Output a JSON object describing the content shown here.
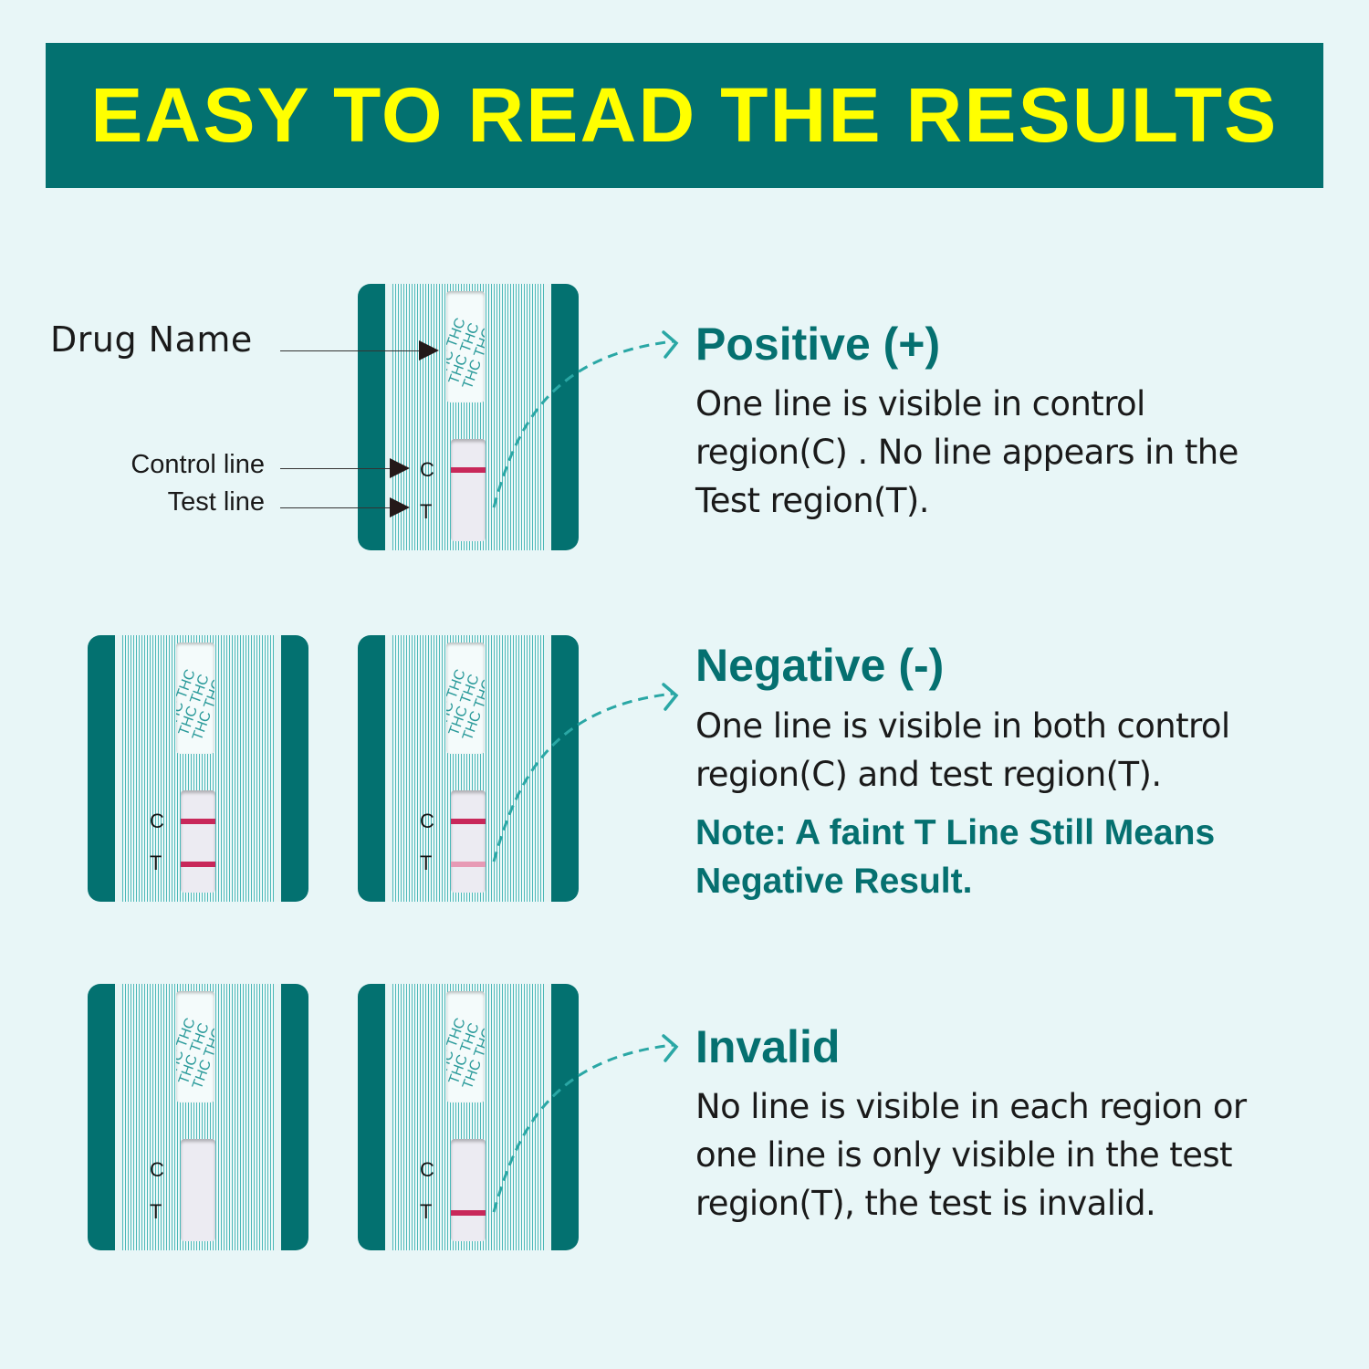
{
  "banner": {
    "title": "EASY TO READ THE RESULTS",
    "bg_color": "#037170",
    "text_color": "#ffff00"
  },
  "diagram_labels": {
    "drug_name": "Drug Name",
    "control_line": "Control line",
    "test_line": "Test line"
  },
  "test_cards": [
    {
      "id": "positive-card",
      "drug": "THC",
      "c_label": "C",
      "t_label": "T",
      "c_line": "strong",
      "t_line": "none"
    },
    {
      "id": "negative-card-1",
      "drug": "THC",
      "c_label": "C",
      "t_label": "T",
      "c_line": "strong",
      "t_line": "strong"
    },
    {
      "id": "negative-card-2",
      "drug": "THC",
      "c_label": "C",
      "t_label": "T",
      "c_line": "strong",
      "t_line": "faint"
    },
    {
      "id": "invalid-card-1",
      "drug": "THC",
      "c_label": "C",
      "t_label": "T",
      "c_line": "none",
      "t_line": "none"
    },
    {
      "id": "invalid-card-2",
      "drug": "THC",
      "c_label": "C",
      "t_label": "T",
      "c_line": "none",
      "t_line": "strong"
    }
  ],
  "results": {
    "positive": {
      "title": "Positive (+)",
      "lines": [
        "One line is visible in control",
        "region(C) . No line appears in the",
        "Test region(T)."
      ]
    },
    "negative": {
      "title": "Negative (-)",
      "lines": [
        "One line is visible in both control",
        "region(C) and test region(T)."
      ],
      "note_lines": [
        "Note: A faint T Line Still Means",
        "Negative Result."
      ]
    },
    "invalid": {
      "title": "Invalid",
      "lines": [
        "No line is visible in each region or",
        "one line is only visible in the test",
        "region(T), the test is invalid."
      ]
    }
  },
  "colors": {
    "teal": "#037170",
    "heading_teal": "#057070",
    "line_strong": "#c8285a",
    "line_faint": "#e79ab5",
    "dashed_arrow": "#2aa7a5",
    "background": "#e8f6f7"
  }
}
